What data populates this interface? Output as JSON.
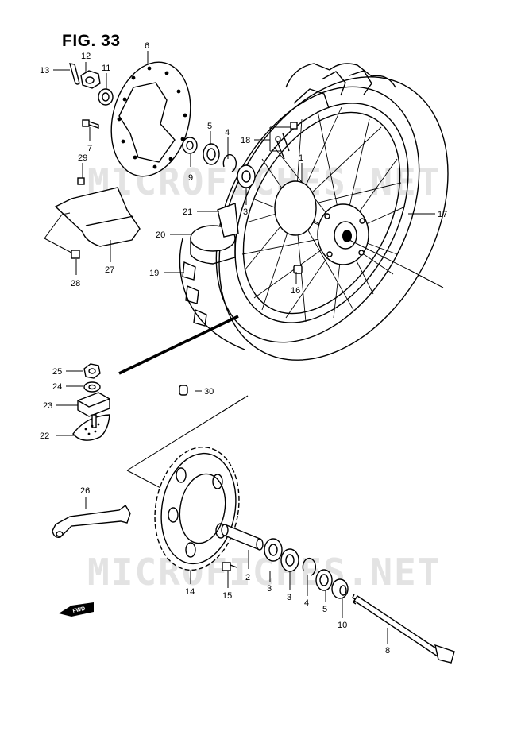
{
  "figure": {
    "title": "FIG. 33",
    "watermark": "MICROFICHES.NET",
    "direction_label": "FWD"
  },
  "callouts": [
    {
      "id": "c13",
      "text": "13"
    },
    {
      "id": "c12",
      "text": "12"
    },
    {
      "id": "c11",
      "text": "11"
    },
    {
      "id": "c6",
      "text": "6"
    },
    {
      "id": "c7",
      "text": "7"
    },
    {
      "id": "c29",
      "text": "29"
    },
    {
      "id": "c5a",
      "text": "5"
    },
    {
      "id": "c4a",
      "text": "4"
    },
    {
      "id": "c9",
      "text": "9"
    },
    {
      "id": "c3a",
      "text": "3"
    },
    {
      "id": "c18",
      "text": "18"
    },
    {
      "id": "c1",
      "text": "1"
    },
    {
      "id": "c21",
      "text": "21"
    },
    {
      "id": "c20",
      "text": "20"
    },
    {
      "id": "c19",
      "text": "19"
    },
    {
      "id": "c17",
      "text": "17"
    },
    {
      "id": "c16",
      "text": "16"
    },
    {
      "id": "c27",
      "text": "27"
    },
    {
      "id": "c28",
      "text": "28"
    },
    {
      "id": "c25",
      "text": "25"
    },
    {
      "id": "c24",
      "text": "24"
    },
    {
      "id": "c23",
      "text": "23"
    },
    {
      "id": "c22",
      "text": "22"
    },
    {
      "id": "c30",
      "text": "30"
    },
    {
      "id": "c26",
      "text": "26"
    },
    {
      "id": "c14",
      "text": "14"
    },
    {
      "id": "c15",
      "text": "15"
    },
    {
      "id": "c2",
      "text": "2"
    },
    {
      "id": "c3b",
      "text": "3"
    },
    {
      "id": "c3c",
      "text": "3"
    },
    {
      "id": "c4b",
      "text": "4"
    },
    {
      "id": "c5b",
      "text": "5"
    },
    {
      "id": "c10",
      "text": "10"
    },
    {
      "id": "c8",
      "text": "8"
    }
  ]
}
